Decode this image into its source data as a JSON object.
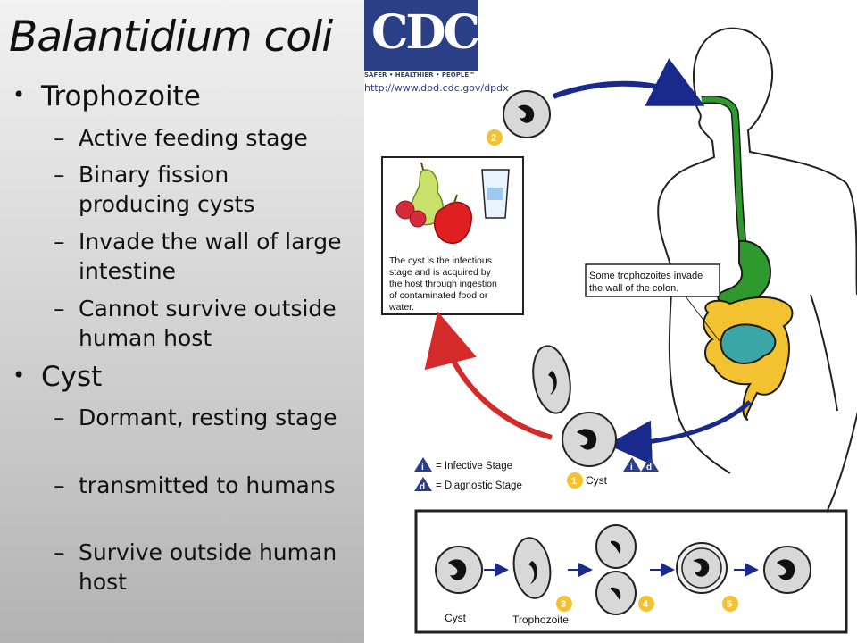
{
  "title": "Balantidium coli",
  "bullets": [
    {
      "label": "Trophozoite",
      "items": [
        "Active feeding stage",
        "Binary fission producing cysts",
        "Invade the wall of large intestine",
        "Cannot survive outside human host"
      ]
    },
    {
      "label": "Cyst",
      "items": [
        "Dormant, resting stage",
        "transmitted to humans",
        "Survive outside human host"
      ]
    }
  ],
  "logo": {
    "text": "CDC",
    "tagline": "SAFER • HEALTHIER • PEOPLE™",
    "url": "http://www.dpd.cdc.gov/dpdx"
  },
  "diagram": {
    "cyst_note": [
      "The cyst is the infectious",
      "stage and is acquired by",
      "the host through ingestion",
      "of contaminated food or",
      "water."
    ],
    "colon_note": [
      "Some trophozoites invade",
      "the wall of the colon."
    ],
    "legend": {
      "infective_icon": "i",
      "infective_label": "= Infective Stage",
      "diagnostic_icon": "d",
      "diagnostic_label": "= Diagnostic Stage"
    },
    "step1_number": "1",
    "step1_label": "Cyst",
    "step2_number": "2",
    "stage_icons": [
      "i",
      "d"
    ],
    "bottom": {
      "cyst_label": "Cyst",
      "trophozoite_label": "Trophozoite",
      "numbers": [
        "3",
        "4",
        "5"
      ]
    },
    "colors": {
      "blue_arrow": "#1a2a8c",
      "red_arrow": "#d42a2a",
      "stomach": "#2e9a2e",
      "colon": "#f2c230",
      "small_intestine": "#3aa6a6",
      "step_badge": "#f2c230",
      "legend_icon": "#2a3f86"
    }
  }
}
